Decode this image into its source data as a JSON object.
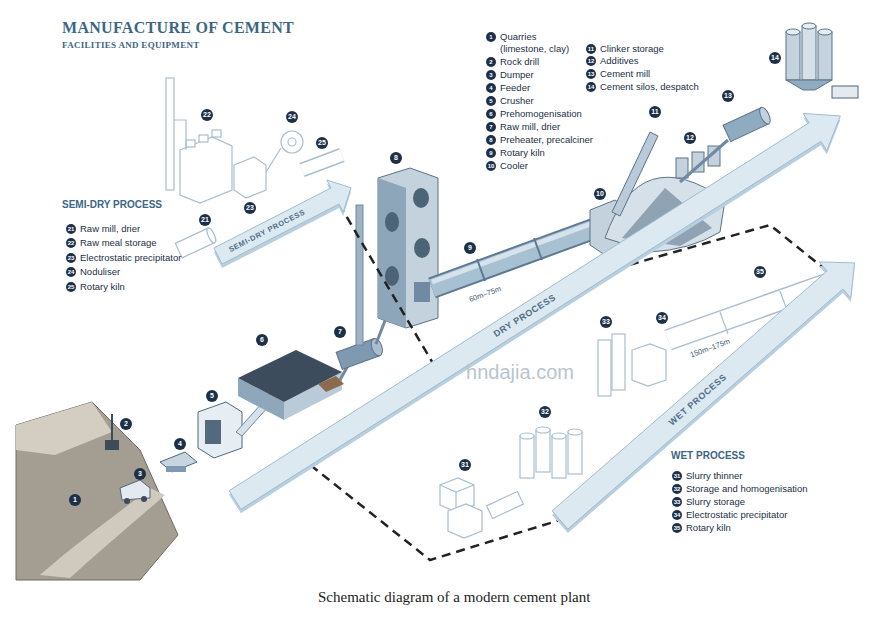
{
  "diagram": {
    "title": "MANUFACTURE OF CEMENT",
    "caption": "Schematic diagram of a modern cement plant",
    "nodes": [
      {
        "text": [
          "SEMI-DRY PROCESS"
        ]
      },
      {
        "text": [
          "DRY PROCESS"
        ]
      },
      {
        "text": [
          "WET PROCESS"
        ]
      }
    ],
    "edges": [
      {
        "from": 0,
        "to": 1,
        "arrow": "none"
      },
      {
        "from": 1,
        "to": 2,
        "arrow": "none"
      },
      {
        "from": 2,
        "to": 1,
        "arrow": "none"
      }
    ],
    "labels": [
      "FACILITIES AND EQUIPMENT",
      "1",
      "2",
      "3",
      "4",
      "5",
      "6",
      "7",
      "8",
      "9",
      "10",
      "11",
      "12",
      "13",
      "14",
      "21",
      "22",
      "23",
      "24",
      "25",
      "31",
      "32",
      "33",
      "34",
      "35",
      "SEMI-DRY PROCESS",
      "WET PROCESS",
      "1",
      "2",
      "3",
      "4",
      "5",
      "6",
      "7",
      "8",
      "9",
      "10",
      "11",
      "12",
      "13",
      "14",
      "21",
      "22",
      "23",
      "24",
      "25",
      "31",
      "32",
      "33",
      "34",
      "35",
      "60m–75m",
      "150m–175m",
      "hndajia.com"
    ],
    "legend": [
      {
        "text": "Quarries (limestone, clay)"
      },
      {
        "text": "Rock drill"
      },
      {
        "text": "Dumper"
      },
      {
        "text": "Feeder"
      },
      {
        "text": "Crusher"
      },
      {
        "text": "Prehomogenisation"
      },
      {
        "text": "Raw mill, drier"
      },
      {
        "text": "Preheater, precalciner"
      },
      {
        "text": "Rotary kiln"
      },
      {
        "text": "Cooler"
      },
      {
        "text": "Clinker storage"
      },
      {
        "text": "Additives"
      },
      {
        "text": "Cement mill"
      },
      {
        "text": "Cement silos, despatch"
      },
      {
        "text": "Raw mill, drier"
      },
      {
        "text": "Raw meal storage"
      },
      {
        "text": "Electrostatic precipitator"
      },
      {
        "text": "Noduliser"
      },
      {
        "text": "Rotary kiln"
      },
      {
        "text": "Slurry thinner"
      },
      {
        "text": "Storage and homogenisation"
      },
      {
        "text": "Slurry storage"
      },
      {
        "text": "Electrostatic precipitator"
      },
      {
        "text": "Rotary kiln"
      }
    ]
  }
}
